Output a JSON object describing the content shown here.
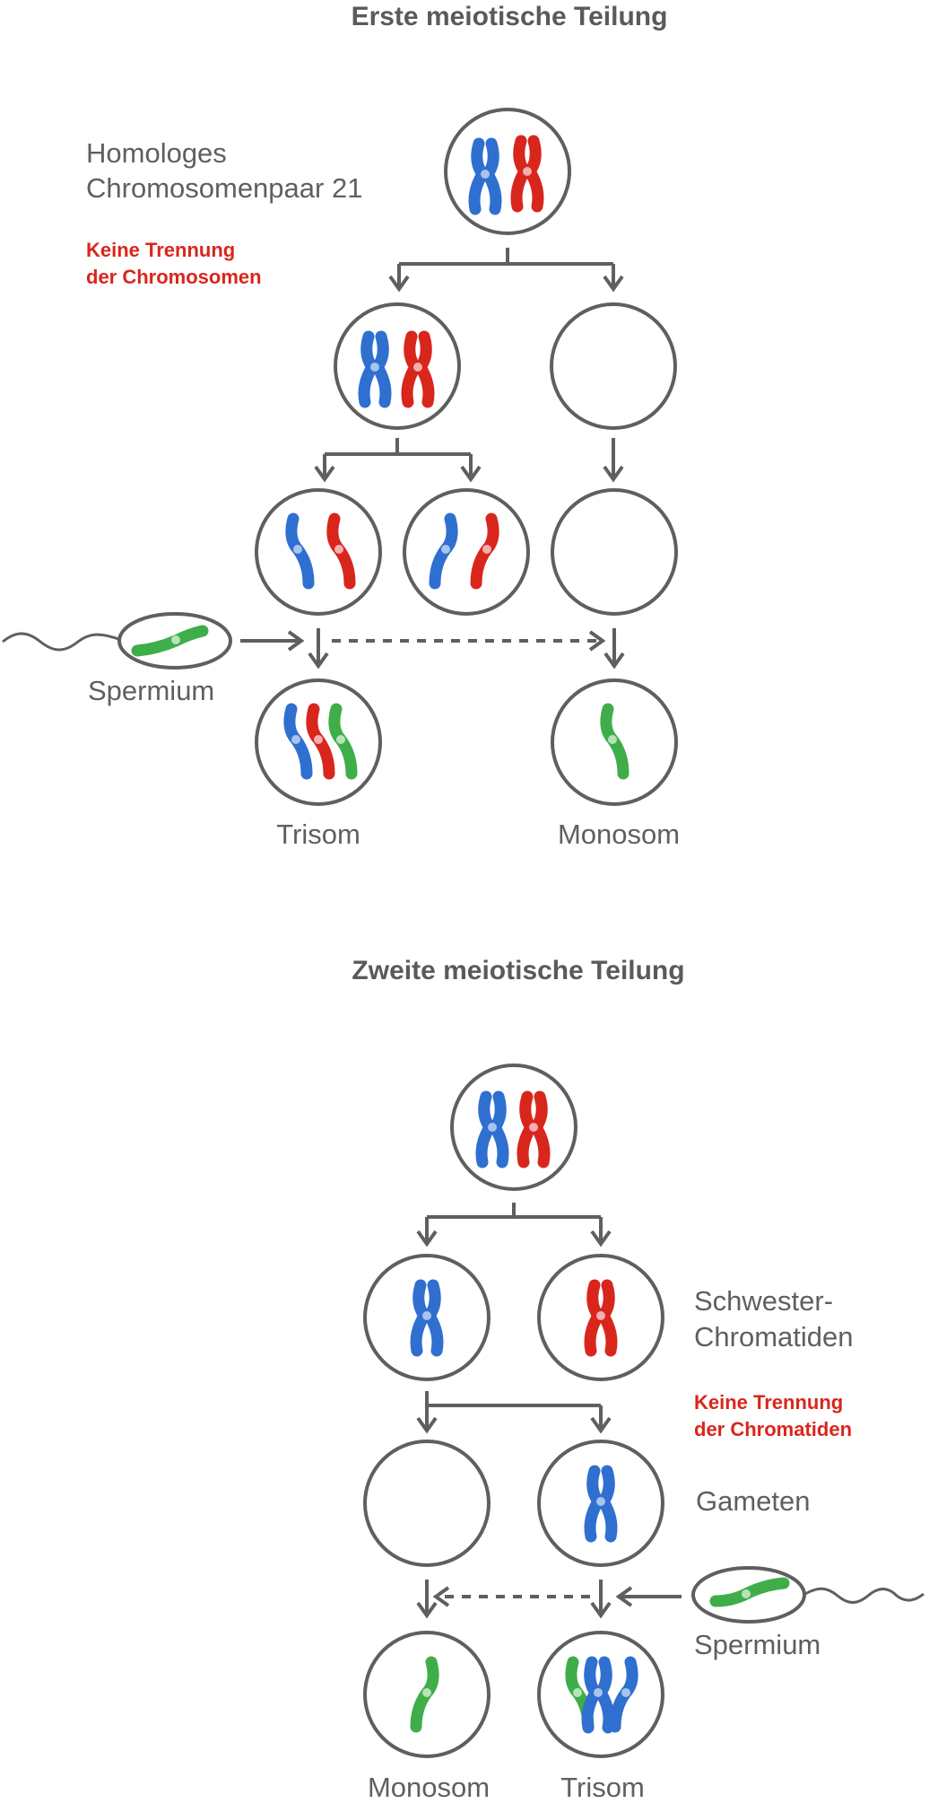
{
  "sections": {
    "first": {
      "title": "Erste meiotische Teilung",
      "homolog_label_line1": "Homologes",
      "homolog_label_line2": "Chromosomenpaar 21",
      "note_line1": "Keine Trennung",
      "note_line2": "der Chromosomen",
      "sperm_label": "Spermium",
      "result_left": "Trisom",
      "result_right": "Monosom"
    },
    "second": {
      "title": "Zweite meiotische Teilung",
      "sister_label_line1": "Schwester-",
      "sister_label_line2": "Chromatiden",
      "note_line1": "Keine Trennung",
      "note_line2": "der Chromatiden",
      "gametes_label": "Gameten",
      "sperm_label": "Spermium",
      "result_left": "Monosom",
      "result_right": "Trisom"
    }
  },
  "colors": {
    "maternal_chromosome": "#2f6fd0",
    "paternal_chromosome": "#d9261c",
    "sperm_chromosome": "#3fae49",
    "outline": "#5f5f5f",
    "note_text": "#d9261c"
  },
  "icons": {
    "cell": "circle-outline",
    "arrow": "down-arrow",
    "dashed_arrow": "dashed-arrow",
    "sperm": "sperm-icon"
  }
}
